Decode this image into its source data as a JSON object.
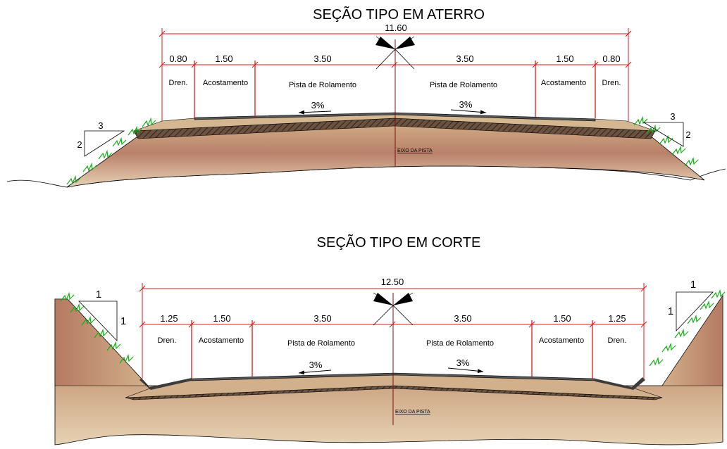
{
  "aterro": {
    "title": "SEÇÃO TIPO EM ATERRO",
    "total_width": "11.60",
    "segments": [
      "0.80",
      "1.50",
      "3.50",
      "3.50",
      "1.50",
      "0.80"
    ],
    "zones": [
      "Dren.",
      "Acostamento",
      "Pista de Rolamento",
      "Pista de Rolamento",
      "Acostamento",
      "Dren."
    ],
    "slope_left": "3%",
    "slope_right": "3%",
    "axis_label": "EIXO DA PISTA",
    "embankment_left": {
      "h": "3",
      "v": "2"
    },
    "embankment_right": {
      "h": "3",
      "v": "2"
    }
  },
  "corte": {
    "title": "SEÇÃO TIPO EM CORTE",
    "total_width": "12.50",
    "segments": [
      "1.25",
      "1.50",
      "3.50",
      "3.50",
      "1.50",
      "1.25"
    ],
    "zones": [
      "Dren.",
      "Acostamento",
      "Pista de Rolamento",
      "Pista de Rolamento",
      "Acostamento",
      "Dren."
    ],
    "slope_left": "3%",
    "slope_right": "3%",
    "axis_label": "EIXO DA PISTA",
    "cut_left": {
      "h": "1",
      "v": "1"
    },
    "cut_right": {
      "h": "1",
      "v": "1"
    }
  },
  "colors": {
    "dimension": "#e01818",
    "soil_light": "#d7b98f",
    "soil_dark": "#b7785e",
    "pavement": "#555555",
    "base_layer": "#5a4636",
    "grass": "#1fa81f"
  }
}
